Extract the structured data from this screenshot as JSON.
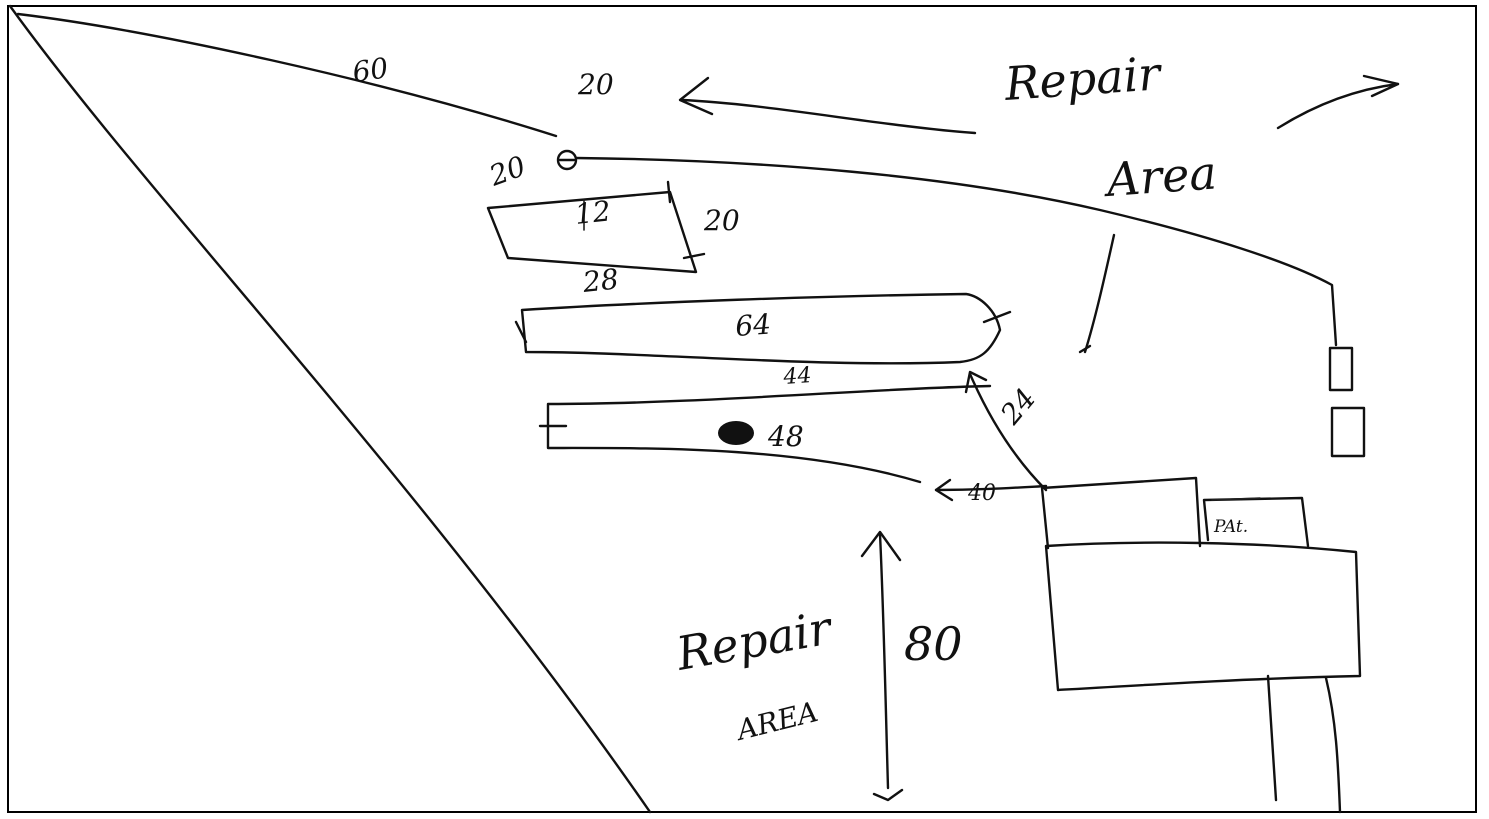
{
  "labels": {
    "top_left_dim": "60",
    "top_center_dim": "20",
    "repair_area_top_line1": "Repair",
    "repair_area_top_line2": "Area",
    "corner_dim": "20",
    "rect_top_dim": "12",
    "rect_right_dim": "20",
    "rect_bottom_dim": "28",
    "row_one_dim": "64",
    "gap_dim": "44",
    "row_two_dim": "48",
    "diagonal_dim": "24",
    "horizontal_dim": "40",
    "building_tag": "PAt.",
    "repair_area_bottom_line1": "Repair",
    "repair_area_bottom_line2": "AREA",
    "vertical_dim": "80"
  }
}
